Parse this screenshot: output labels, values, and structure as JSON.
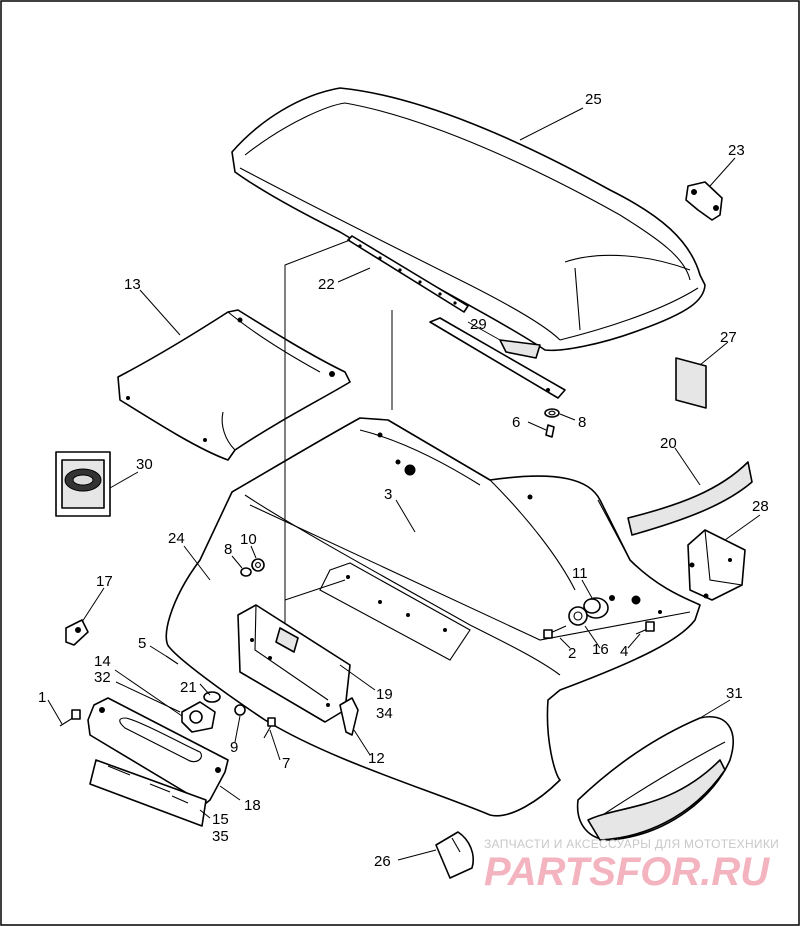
{
  "diagram": {
    "callouts": [
      "25",
      "23",
      "22",
      "29",
      "13",
      "27",
      "6",
      "8",
      "20",
      "30",
      "3",
      "28",
      "24",
      "10",
      "8",
      "11",
      "17",
      "5",
      "2",
      "16",
      "4",
      "14",
      "32",
      "21",
      "1",
      "9",
      "19",
      "34",
      "7",
      "12",
      "31",
      "18",
      "15",
      "35",
      "26"
    ]
  },
  "watermark": {
    "subtitle": "ЗАПЧАСТИ И АКСЕССУАРЫ ДЛЯ МОТОТЕХНИКИ",
    "brand": "PARTSFOR.RU"
  },
  "colors": {
    "line": "#000000",
    "background": "#ffffff",
    "watermark_brand": "#f3b3bf",
    "watermark_text": "#c8c8c8"
  }
}
